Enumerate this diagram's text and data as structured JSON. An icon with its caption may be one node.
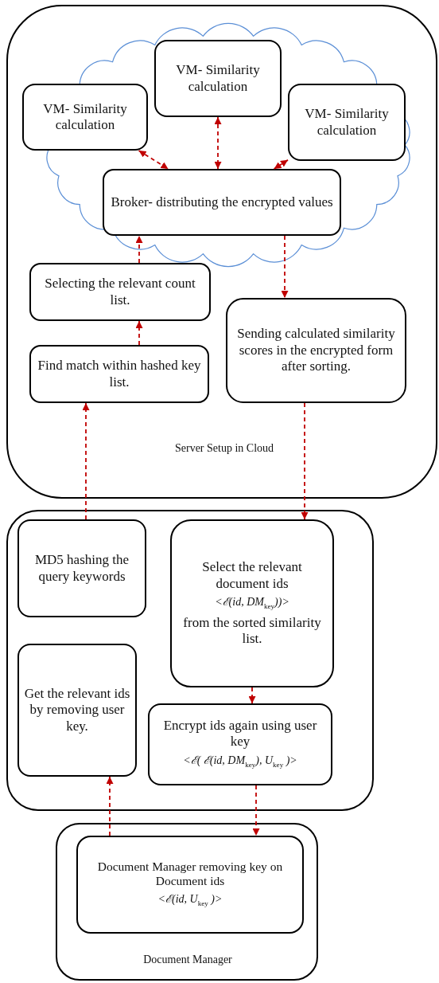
{
  "diagram": {
    "nodes": [
      {
        "text": [
          "Server Setup in Cloud"
        ]
      },
      {
        "text": [
          "VM- Similarity calculation"
        ],
        "in": 0
      },
      {
        "text": [
          "VM- Similarity calculation"
        ],
        "in": 0
      },
      {
        "text": [
          "VM- Similarity calculation"
        ],
        "in": 0
      },
      {
        "text": [
          "Broker- distributing the encrypted values"
        ],
        "in": 0
      },
      {
        "text": [
          "Selecting the relevant count list."
        ],
        "in": 0
      },
      {
        "text": [
          "Find match within hashed key list."
        ],
        "in": 0
      },
      {
        "text": [
          "Sending calculated similarity scores in the encrypted form after sorting."
        ],
        "in": 0
      },
      {
        "text": [],
        "shape": "box"
      },
      {
        "text": [
          "MD5 hashing the query keywords"
        ],
        "in": 8
      },
      {
        "text": [
          "Select the relevant document ids",
          "*<ℰ(id, DM*$_{key}$*))>*",
          "from the sorted similarity list."
        ],
        "in": 8
      },
      {
        "text": [
          "Get the relevant ids by removing user key."
        ],
        "in": 8
      },
      {
        "text": [
          "Encrypt ids again using user key",
          "*<ℰ( ℰ(id, DM*$_{key}$*), U*$_{key}$ *)>*"
        ],
        "in": 8
      },
      {
        "text": [
          "Document Manager"
        ]
      },
      {
        "text": [
          "Document Manager removing key on Document ids",
          "*<ℰ(id, U*$_{key}$ *)>*"
        ],
        "in": 13
      }
    ],
    "edges": [
      {
        "from": 1,
        "to": 4,
        "arrow": "both"
      },
      {
        "from": 2,
        "to": 4,
        "arrow": "both"
      },
      {
        "from": 3,
        "to": 4,
        "arrow": "both"
      },
      {
        "from": 5,
        "to": 4,
        "arrow": "to"
      },
      {
        "from": 6,
        "to": 5,
        "arrow": "to"
      },
      {
        "from": 4,
        "to": 7,
        "arrow": "to"
      },
      {
        "from": 9,
        "to": 6,
        "arrow": "to"
      },
      {
        "from": 7,
        "to": 10,
        "arrow": "to"
      },
      {
        "from": 10,
        "to": 12,
        "arrow": "to"
      },
      {
        "from": 12,
        "to": 14,
        "arrow": "to"
      },
      {
        "from": 14,
        "to": 11,
        "arrow": "to"
      }
    ]
  }
}
